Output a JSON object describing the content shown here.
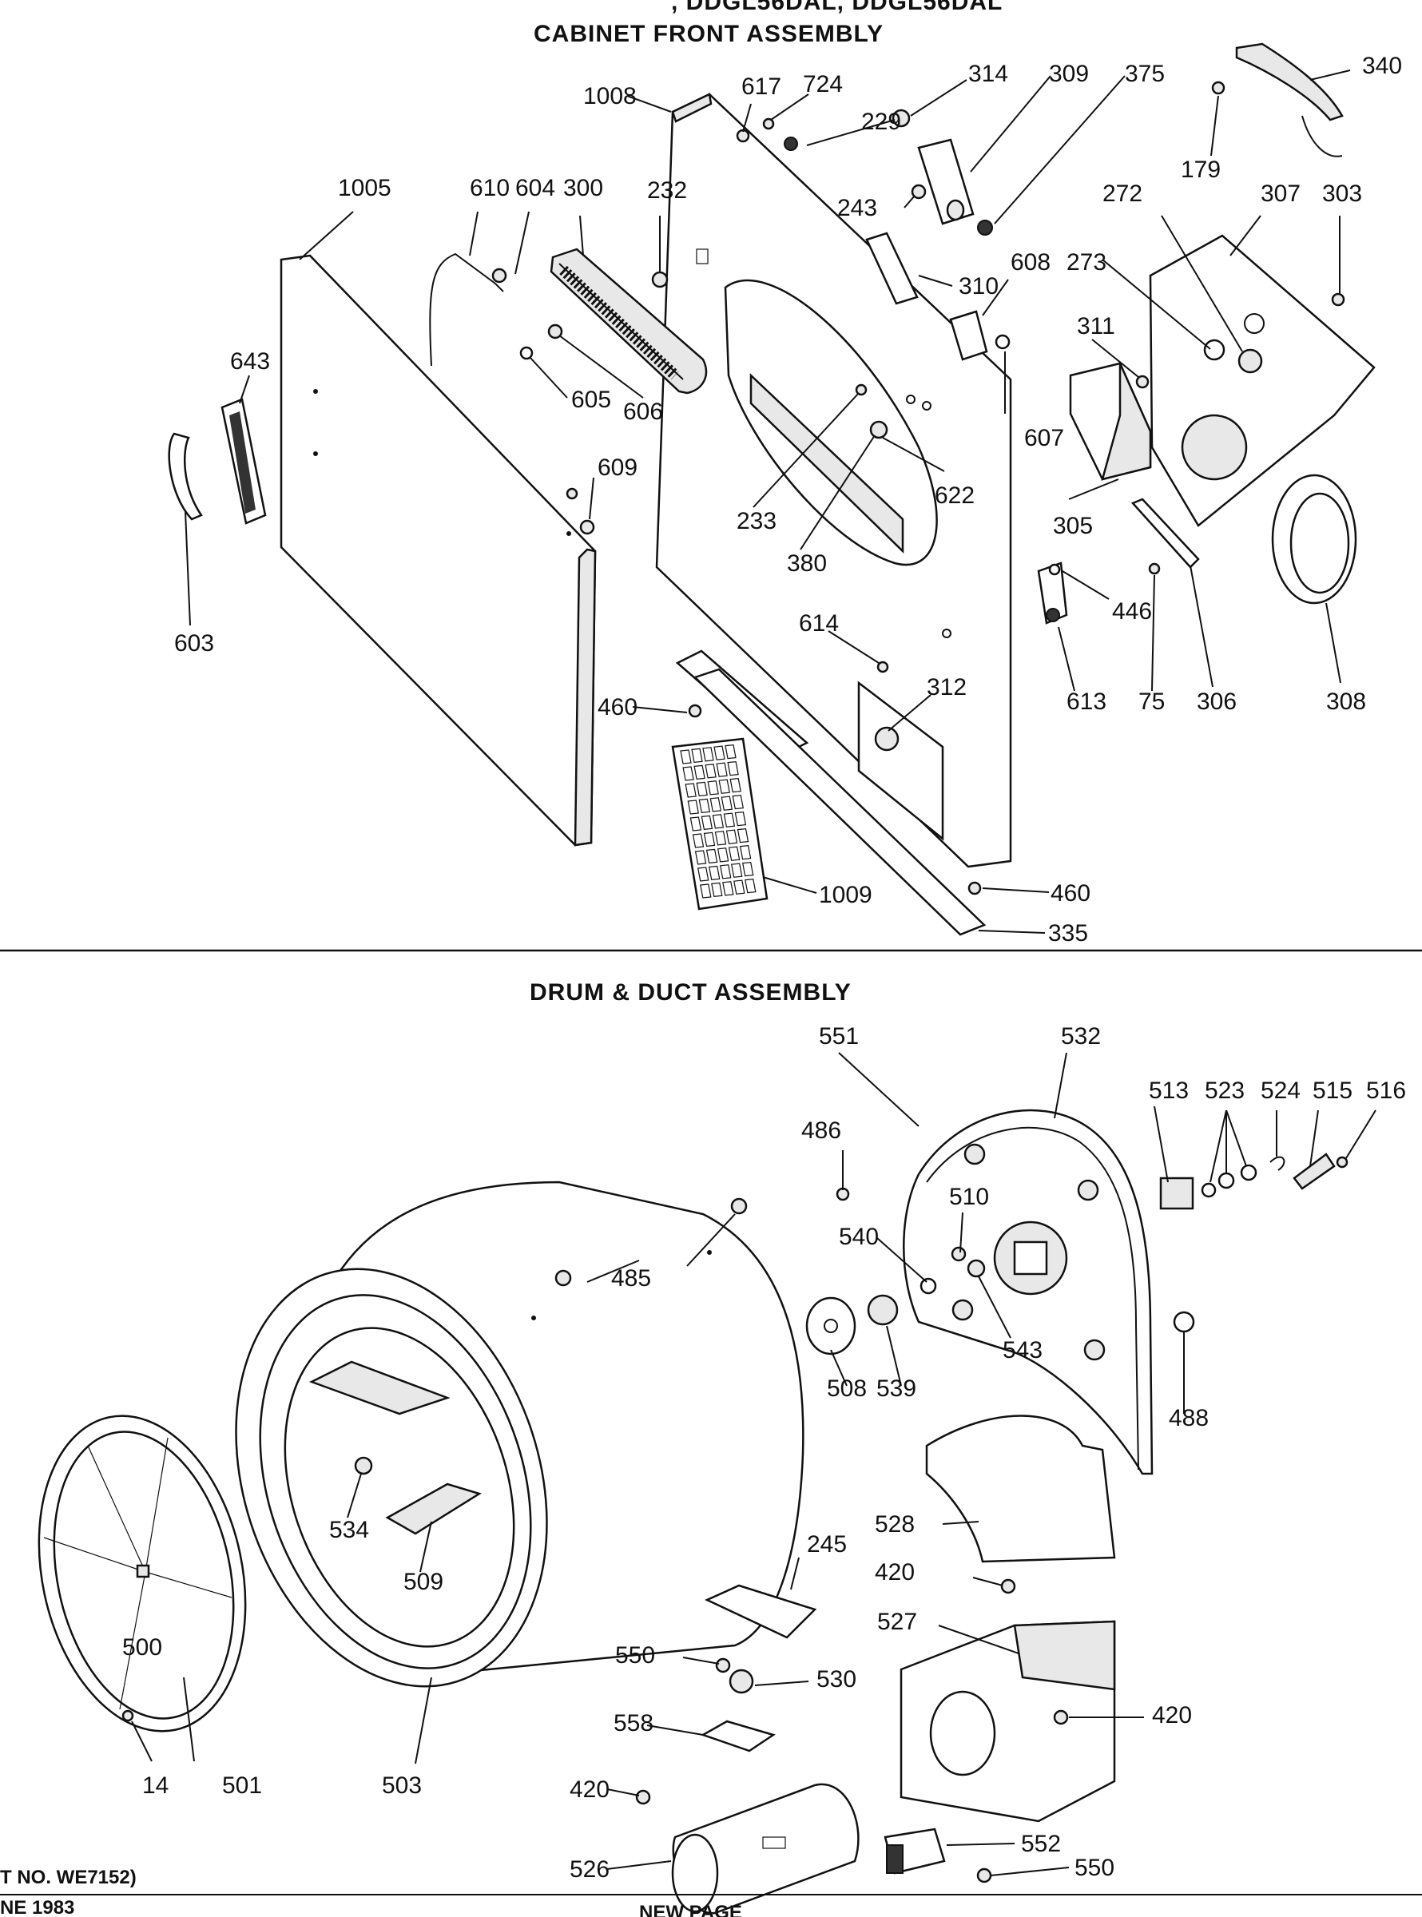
{
  "header": {
    "partial_title": ", DDGL56DAL, DDGL56DAL"
  },
  "sections": {
    "cabinet_front": {
      "title": "CABINET FRONT ASSEMBLY"
    },
    "drum_duct": {
      "title": "DRUM & DUCT ASSEMBLY"
    }
  },
  "footer": {
    "left_line1": "T NO. WE7152)",
    "left_line2": "NE 1983",
    "center": "NEW PAGE"
  },
  "labels": {
    "l1008": "1008",
    "l617": "617",
    "l724": "724",
    "l314": "314",
    "l309": "309",
    "l375": "375",
    "l340": "340",
    "l179": "179",
    "l229": "229",
    "l1005": "1005",
    "l610": "610",
    "l604": "604",
    "l300": "300",
    "l232": "232",
    "l243": "243",
    "l272": "272",
    "l307": "307",
    "l303": "303",
    "l310": "310",
    "l608": "608",
    "l273": "273",
    "l643": "643",
    "l311": "311",
    "l605": "605",
    "l606": "606",
    "l607": "607",
    "l622": "622",
    "l233": "233",
    "l305": "305",
    "l609": "609",
    "l380": "380",
    "l446": "446",
    "l603": "603",
    "l614": "614",
    "l312": "312",
    "l460a": "460",
    "l613": "613",
    "l75": "75",
    "l306": "306",
    "l308": "308",
    "l1009": "1009",
    "l460b": "460",
    "l335": "335",
    "l551": "551",
    "l532": "532",
    "l513": "513",
    "l523": "523",
    "l524": "524",
    "l515": "515",
    "l516": "516",
    "l486": "486",
    "l510": "510",
    "l540": "540",
    "l485": "485",
    "l543": "543",
    "l508": "508",
    "l539": "539",
    "l488": "488",
    "l534": "534",
    "l509": "509",
    "l528": "528",
    "l245": "245",
    "l420a": "420",
    "l500": "500",
    "l527": "527",
    "l550a": "550",
    "l530": "530",
    "l420b": "420",
    "l558": "558",
    "l420c": "420",
    "l14": "14",
    "l501": "501",
    "l503": "503",
    "l552": "552",
    "l526": "526",
    "l550b": "550"
  }
}
